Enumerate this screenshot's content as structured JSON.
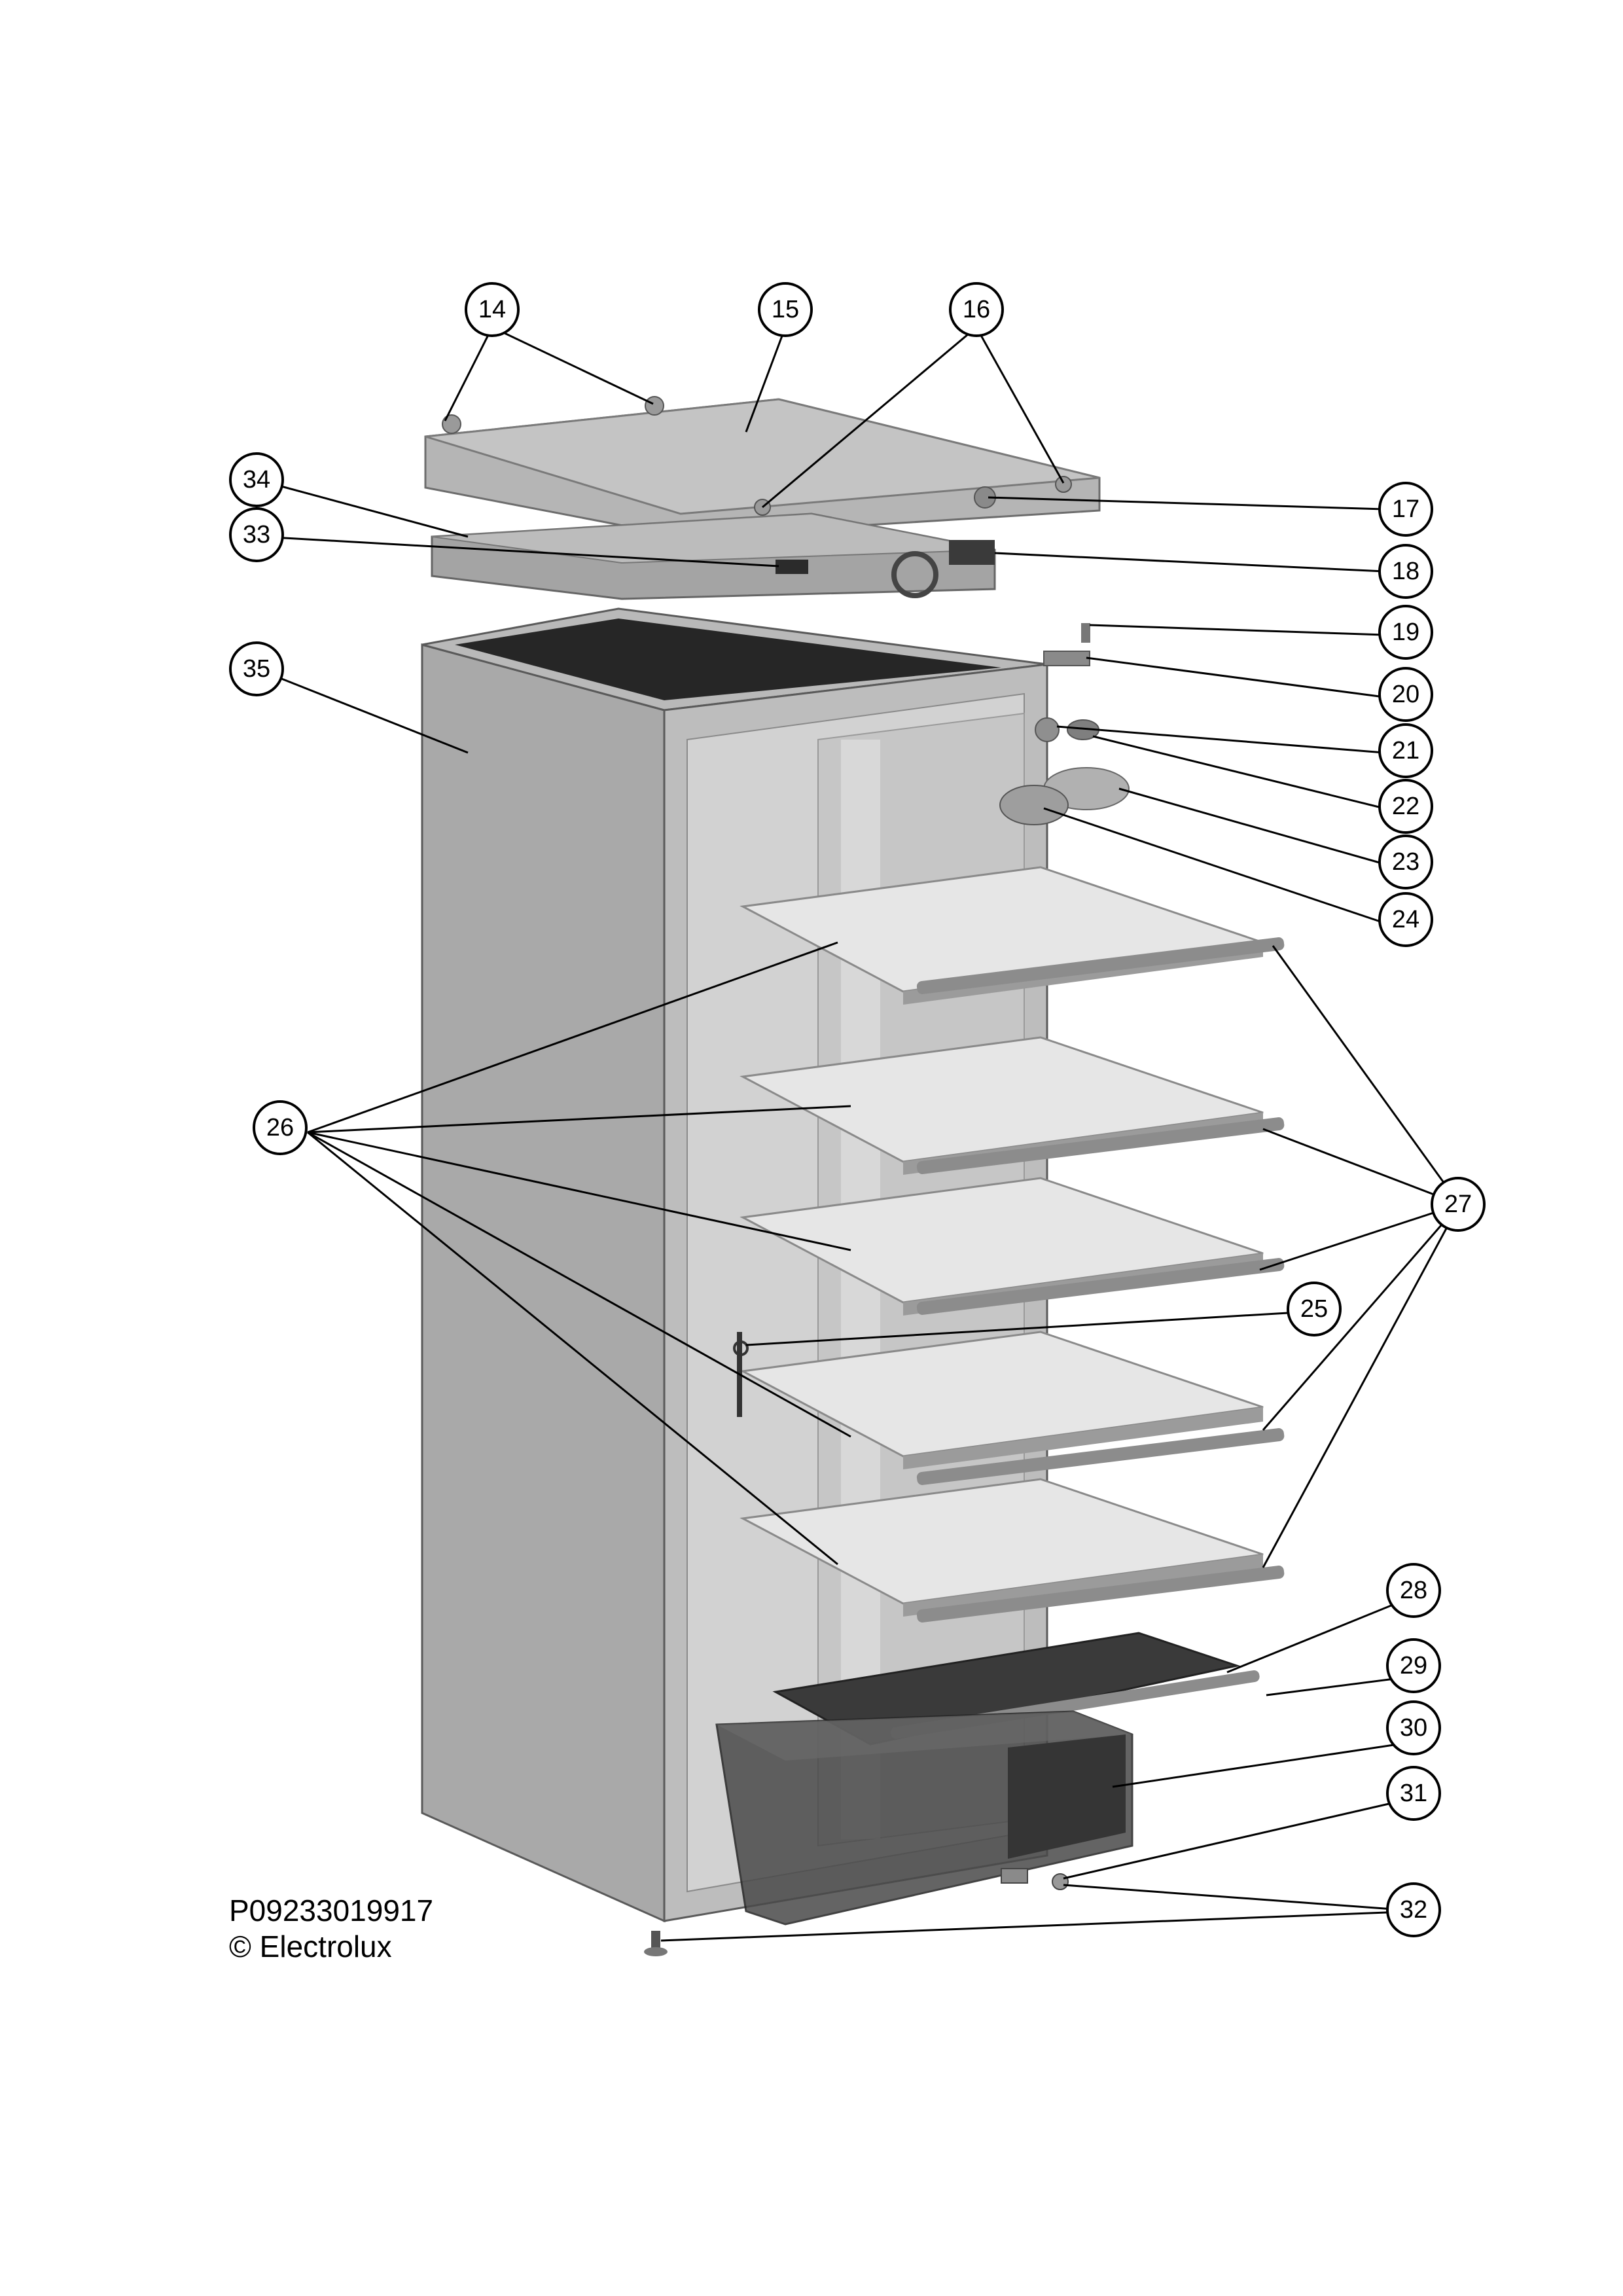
{
  "footer": {
    "code": "P09233019917",
    "copyright": "© Electrolux"
  },
  "callouts": {
    "c14": "14",
    "c15": "15",
    "c16": "16",
    "c17": "17",
    "c18": "18",
    "c19": "19",
    "c20": "20",
    "c21": "21",
    "c22": "22",
    "c23": "23",
    "c24": "24",
    "c25": "25",
    "c26": "26",
    "c27": "27",
    "c28": "28",
    "c29": "29",
    "c30": "30",
    "c31": "31",
    "c32": "32",
    "c33": "33",
    "c34": "34",
    "c35": "35"
  },
  "colors": {
    "cabinet": "#a9a9a9",
    "cabinet_inner": "#c8c8c8",
    "shelf": "#e6e6e6",
    "dark_panel": "#3a3a3a",
    "crisper": "#4a4a4a",
    "ink": "#000000"
  }
}
